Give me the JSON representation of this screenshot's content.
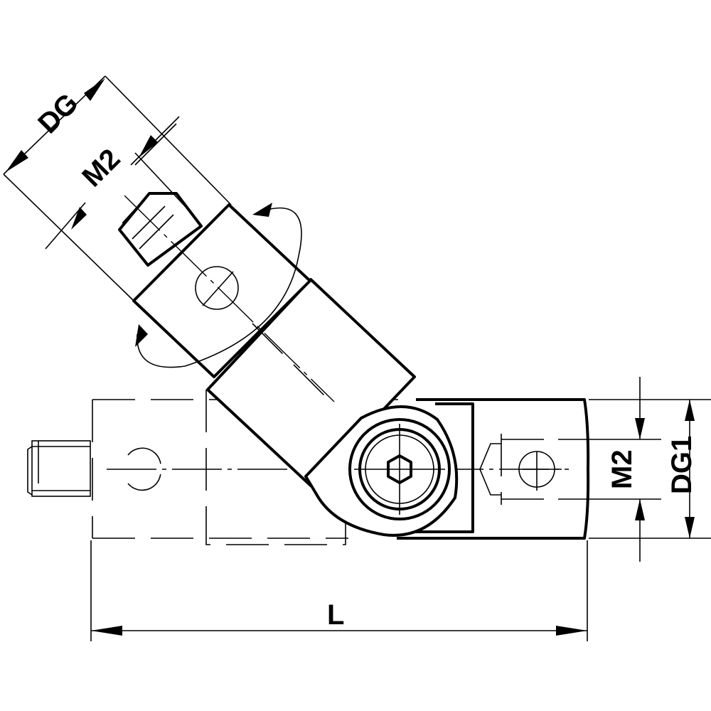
{
  "labels": {
    "dg": "DG",
    "m2_upper": "M2",
    "m2_right": "M2",
    "dg1": "DG1",
    "length": "L"
  }
}
